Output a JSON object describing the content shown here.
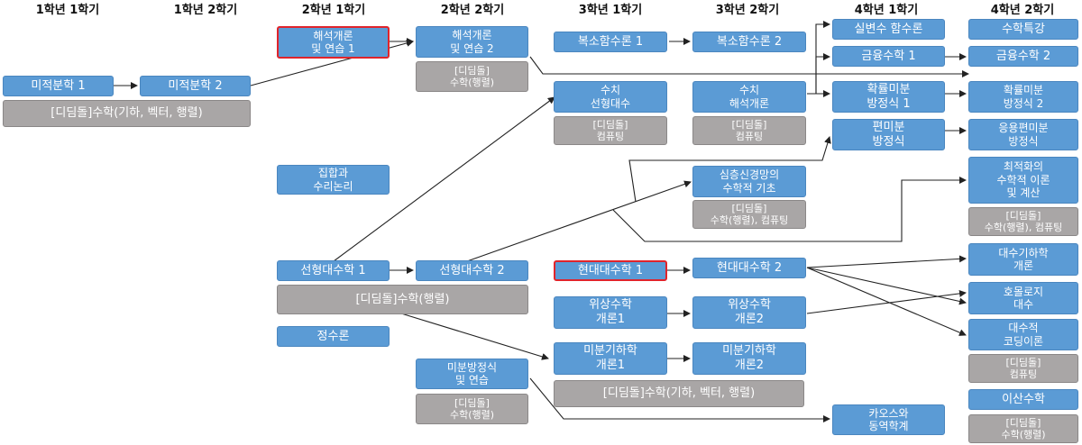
{
  "semesters": [
    "1학년 1학기",
    "1학년 2학기",
    "2학년 1학기",
    "2학년 2학기",
    "3학년 1학기",
    "3학년 2학기",
    "4학년 1학기",
    "4학년 2학기"
  ],
  "courses": {
    "c_calc1": "미적분학 1",
    "c_calc2": "미적분학 2",
    "d_calc": "[디딤돌]수학(기하, 벡터, 행렬)",
    "c_anal1": "해석개론\n및 연습 1",
    "c_anal2": "해석개론\n및 연습 2",
    "d_anal2": "[디딤돌]\n수학(행렬)",
    "c_sets": "집합과\n수리논리",
    "c_lin1": "선형대수학 1",
    "c_lin2": "선형대수학 2",
    "d_lin": "[디딤돌]수학(행렬)",
    "c_numth": "정수론",
    "c_ode": "미분방정식\n및 연습",
    "d_ode": "[디딤돌]\n수학(행렬)",
    "c_cx1": "복소함수론 1",
    "c_cx2": "복소함수론 2",
    "c_numlin": "수치\n선형대수",
    "d_numlin": "[디딤돌]\n컴퓨팅",
    "c_numan": "수치\n해석개론",
    "d_numan": "[디딤돌]\n컴퓨팅",
    "c_dl": "심층신경망의\n수학적 기초",
    "d_dl": "[디딤돌]\n수학(행렬), 컴퓨팅",
    "c_alg1": "현대대수학 1",
    "c_alg2": "현대대수학 2",
    "c_top1": "위상수학\n개론1",
    "c_top2": "위상수학\n개론2",
    "c_dg1": "미분기하학\n개론1",
    "c_dg2": "미분기하학\n개론2",
    "d_dg": "[디딤돌]수학(기하, 벡터, 행렬)",
    "c_realvar": "실변수 함수론",
    "c_fin1": "금융수학 1",
    "c_sde1": "확률미분\n방정식 1",
    "c_pde": "편미분\n방정식",
    "c_chaos": "카오스와\n동역학계",
    "c_topics": "수학특강",
    "c_fin2": "금융수학 2",
    "c_sde2": "확률미분\n방정식 2",
    "c_apde": "응용편미분\n방정식",
    "c_opt": "최적화의\n수학적 이론\n및 계산",
    "d_opt": "[디딤돌]\n수학(행렬), 컴퓨팅",
    "c_ag": "대수기하학\n개론",
    "c_homo": "호몰로지\n대수",
    "c_code": "대수적\n코딩이론",
    "d_code": "[디딤돌]\n컴퓨팅",
    "c_disc": "이산수학",
    "d_disc": "[디딤돌]\n수학(행렬)"
  },
  "colors": {
    "course_fill": "#5b9bd5",
    "digi_fill": "#a9a6a6",
    "highlight_border": "#e0242b",
    "arrow": "#222222"
  }
}
